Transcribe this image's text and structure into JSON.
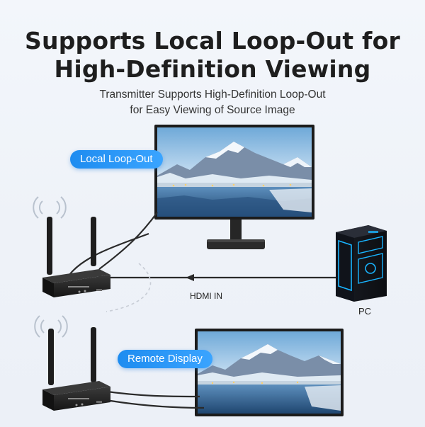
{
  "headline": {
    "line1": "Supports Local Loop-Out for",
    "line2": "High-Definition Viewing"
  },
  "subheadline": {
    "line1": "Transmitter Supports High-Definition Loop-Out",
    "line2": "for Easy Viewing of Source Image"
  },
  "labels": {
    "local_loop_out": "Local Loop-Out",
    "remote_display": "Remote Display",
    "hdmi_in": "HDMI IN",
    "pc": "PC"
  },
  "colors": {
    "accent_blue": "#2a96f5",
    "device_black": "#1a1a1a",
    "pc_glow": "#19b4ff"
  }
}
